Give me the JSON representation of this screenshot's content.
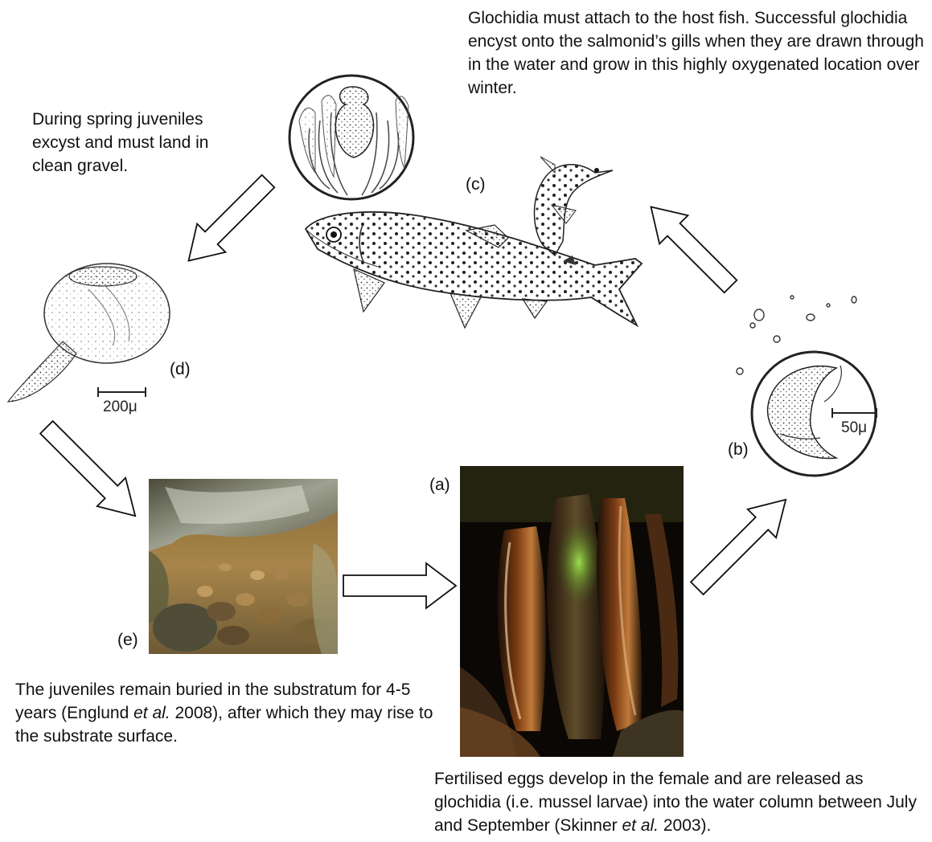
{
  "captions": {
    "host_fish": "Glochidia must attach to the host fish. Successful glochidia encyst onto the salmonid’s gills when they are drawn through in the water and grow in this highly oxygenated location over winter.",
    "spring": "During spring juveniles excyst and must land in clean gravel.",
    "buried": {
      "before": "The juveniles remain buried in the substratum for 4-5 years (Englund ",
      "etal": "et al.",
      "after": " 2008), after which they may rise to the substrate surface."
    },
    "eggs": {
      "before": "Fertilised eggs develop in the female and are released as glochidia (i.e. mussel larvae) into the water column between July and September (Skinner ",
      "etal": "et al.",
      "after": " 2003)."
    }
  },
  "labels": {
    "a": "(a)",
    "b": "(b)",
    "c": "(c)",
    "d": "(d)",
    "e": "(e)"
  },
  "scales": {
    "juvenile": "200μ",
    "glochidium": "50μ"
  }
}
